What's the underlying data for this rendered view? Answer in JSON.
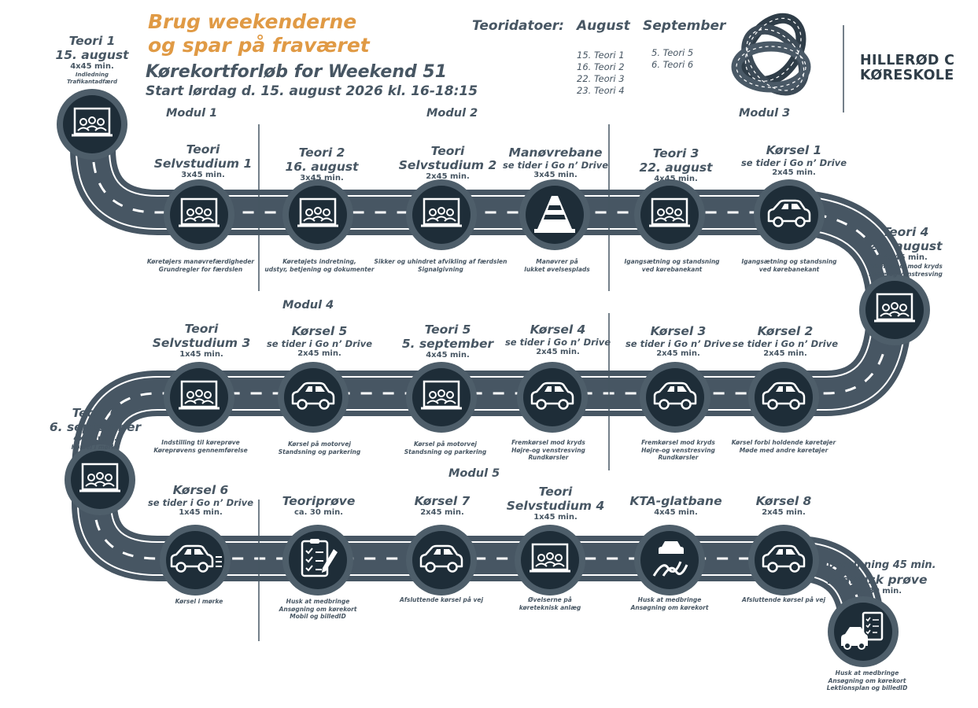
{
  "header": {
    "tagline_1": "Brug weekenderne",
    "tagline_2": "og spar på fraværet",
    "title": "Kørekortforløb for Weekend 51",
    "start": "Start lørdag d. 15. august 2026 kl. 16-18:15"
  },
  "theory_dates": {
    "label": "Teoridatoer:",
    "august": {
      "heading": "August",
      "lines": [
        "15. Teori 1",
        "16. Teori 2",
        "22. Teori 3",
        "23. Teori 4"
      ]
    },
    "september": {
      "heading": "September",
      "lines": [
        "5. Teori 5",
        "6. Teori 6"
      ]
    }
  },
  "brand": {
    "line1": "HILLERØD C",
    "line2": "KØRESKOLE"
  },
  "modules": {
    "m1": "Modul 1",
    "m2": "Modul 2",
    "m3": "Modul 3",
    "m4": "Modul 4",
    "m5": "Modul 5"
  },
  "colors": {
    "road": "#475663",
    "node": "#1e2d38",
    "ring": "#4e5e6a",
    "accent": "#e09a45"
  },
  "nodes": [
    {
      "id": "teori1",
      "icon": "classroom-icon",
      "title_lines": [
        "Teori 1",
        "15. august"
      ],
      "duration": "4x45 min.",
      "notes": [
        "Indledning",
        "Trafikantadfærd"
      ]
    },
    {
      "id": "selv1",
      "icon": "classroom-icon",
      "title_lines": [
        "Teori",
        "Selvstudium 1"
      ],
      "duration": "3x45 min.",
      "desc": [
        "Køretøjers manøvrefærdigheder",
        "Grundregler for færdslen"
      ]
    },
    {
      "id": "teori2",
      "icon": "classroom-icon",
      "title_lines": [
        "Teori 2",
        "16. august"
      ],
      "duration": "3x45 min.",
      "desc": [
        "Køretøjets indretning,",
        "udstyr, betjening og dokumenter"
      ]
    },
    {
      "id": "selv2",
      "icon": "classroom-icon",
      "title_lines": [
        "Teori",
        "Selvstudium 2"
      ],
      "duration": "2x45 min.",
      "desc": [
        "Sikker og uhindret afvikling af færdslen",
        "Signalgivning"
      ]
    },
    {
      "id": "manovre",
      "icon": "traffic-cone-icon",
      "title_lines": [
        "Manøvrebane"
      ],
      "subtitle": "se tider i Go n’ Drive",
      "duration": "3x45 min.",
      "desc": [
        "Manøvrer på",
        "lukket øvelsesplads"
      ]
    },
    {
      "id": "teori3",
      "icon": "classroom-icon",
      "title_lines": [
        "Teori 3",
        "22. august"
      ],
      "duration": "4x45 min.",
      "desc": [
        "Igangsætning og standsning",
        "ved kørebanekant"
      ]
    },
    {
      "id": "korsel1",
      "icon": "car-icon",
      "title_lines": [
        "Kørsel 1"
      ],
      "subtitle": "se tider i Go n’ Drive",
      "duration": "2x45 min.",
      "desc": [
        "Igangsætning og standsning",
        "ved kørebanekant"
      ]
    },
    {
      "id": "teori4",
      "icon": "classroom-icon",
      "title_lines": [
        "Teori 4",
        "23. august"
      ],
      "duration": "4x45 min.",
      "notes": [
        "Fremkørsel mod kryds",
        "Højre-og venstresving"
      ]
    },
    {
      "id": "korsel2",
      "icon": "car-icon",
      "title_lines": [
        "Kørsel 2"
      ],
      "subtitle": "se tider i Go n’ Drive",
      "duration": "2x45 min.",
      "desc": [
        "Kørsel forbi holdende køretøjer",
        "Møde med andre køretøjer"
      ]
    },
    {
      "id": "korsel3",
      "icon": "car-icon",
      "title_lines": [
        "Kørsel 3"
      ],
      "subtitle": "se tider i Go n’ Drive",
      "duration": "2x45 min.",
      "desc": [
        "Fremkørsel mod kryds",
        "Højre-og venstresving",
        "Rundkørsler"
      ]
    },
    {
      "id": "korsel4",
      "icon": "car-icon",
      "title_lines": [
        "Kørsel 4"
      ],
      "subtitle": "se tider i Go n’ Drive",
      "duration": "2x45 min.",
      "desc": [
        "Fremkørsel mod kryds",
        "Højre-og venstresving",
        "Rundkørsler"
      ]
    },
    {
      "id": "teori5",
      "icon": "classroom-icon",
      "title_lines": [
        "Teori 5",
        "5. september"
      ],
      "duration": "4x45 min.",
      "desc": [
        "Kørsel på motorvej",
        "Standsning og parkering"
      ]
    },
    {
      "id": "korsel5",
      "icon": "car-icon",
      "title_lines": [
        "Kørsel 5"
      ],
      "subtitle": "se tider i Go n’ Drive",
      "duration": "2x45 min.",
      "desc": [
        "Kørsel på motorvej",
        "Standsning og parkering"
      ]
    },
    {
      "id": "selv3",
      "icon": "classroom-icon",
      "title_lines": [
        "Teori",
        "Selvstudium 3"
      ],
      "duration": "1x45 min.",
      "desc": [
        "Indstilling til køreprøve",
        "Køreprøvens gennemførelse"
      ]
    },
    {
      "id": "teori6",
      "icon": "classroom-icon",
      "title_lines": [
        "Teori 6",
        "6. september"
      ],
      "duration": "4x45 min.",
      "notes": [
        "Kørsel i mørke"
      ]
    },
    {
      "id": "korsel6",
      "icon": "car-lights-icon",
      "title_lines": [
        "Kørsel 6"
      ],
      "subtitle": "se tider i Go n’ Drive",
      "duration": "1x45 min.",
      "desc": [
        "Kørsel i mørke"
      ]
    },
    {
      "id": "teoriprove",
      "icon": "checklist-icon",
      "title_lines": [
        "Teoriprøve"
      ],
      "subtitle": "ca. 30 min.",
      "desc": [
        "Husk at medbringe",
        "Ansøgning om kørekort",
        "Mobil og billedID"
      ]
    },
    {
      "id": "korsel7",
      "icon": "car-icon",
      "title_lines": [
        "Kørsel 7"
      ],
      "duration": "2x45 min.",
      "desc": [
        "Afsluttende kørsel på vej"
      ]
    },
    {
      "id": "selv4",
      "icon": "classroom-icon",
      "title_lines": [
        "Teori",
        "Selvstudium 4"
      ],
      "duration": "1x45 min.",
      "desc": [
        "Øvelserne på",
        "køreteknisk anlæg"
      ]
    },
    {
      "id": "kta",
      "icon": "skid-car-icon",
      "title_lines": [
        "KTA-glatbane"
      ],
      "duration": "4x45 min.",
      "desc": [
        "Husk at medbringe",
        "Ansøgning om kørekort"
      ]
    },
    {
      "id": "korsel8",
      "icon": "car-icon",
      "title_lines": [
        "Kørsel 8"
      ],
      "duration": "2x45 min.",
      "desc": [
        "Afsluttende kørsel på vej"
      ]
    },
    {
      "id": "praktisk",
      "icon": "car-checklist-icon",
      "title_lines": [
        "Opvarmning 45 min.",
        "Praktisk prøve"
      ],
      "duration": "ca. 30 min.",
      "desc": [
        "Husk at medbringe",
        "Ansøgning om kørekort",
        "Lektionsplan og billedID"
      ]
    }
  ]
}
